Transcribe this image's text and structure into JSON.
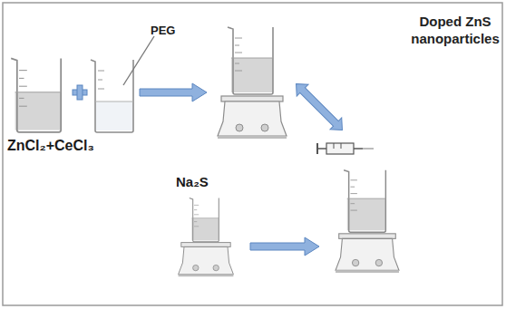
{
  "diagram": {
    "title": "Doped ZnS nanoparticles",
    "labels": [
      "PEG",
      "ZnCl₂+CeCl₃",
      "Na₂S"
    ]
  }
}
